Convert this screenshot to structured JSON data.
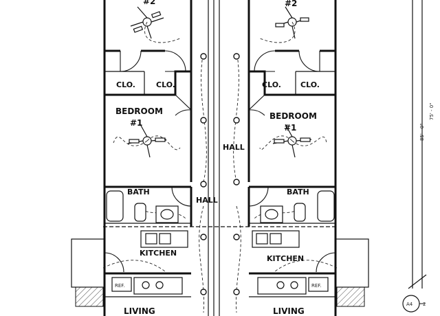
{
  "labels": {
    "bedroom2_left": "#2",
    "bedroom2_right": "#2",
    "clo_1": "CLO.",
    "clo_2": "CLO.",
    "clo_3": "CLO.",
    "clo_4": "CLO.",
    "bedroom_left": "BEDROOM",
    "bedroom_left_num": "#1",
    "bedroom_right": "BEDROOM",
    "bedroom_right_num": "#1",
    "hall_center": "HALL",
    "hall_left": "HALL",
    "bath_left": "BATH",
    "bath_right": "BATH",
    "kitchen_left": "KITCHEN",
    "kitchen_right": "KITCHEN",
    "ref_left": "REF.",
    "ref_right": "REF.",
    "living_left": "LIVING",
    "living_right": "LIVING"
  },
  "dimensions": {
    "dim_a": "75' - 0\"",
    "dim_b": "85' - 0\""
  },
  "sheet": {
    "tag": "A4",
    "number": "2"
  }
}
